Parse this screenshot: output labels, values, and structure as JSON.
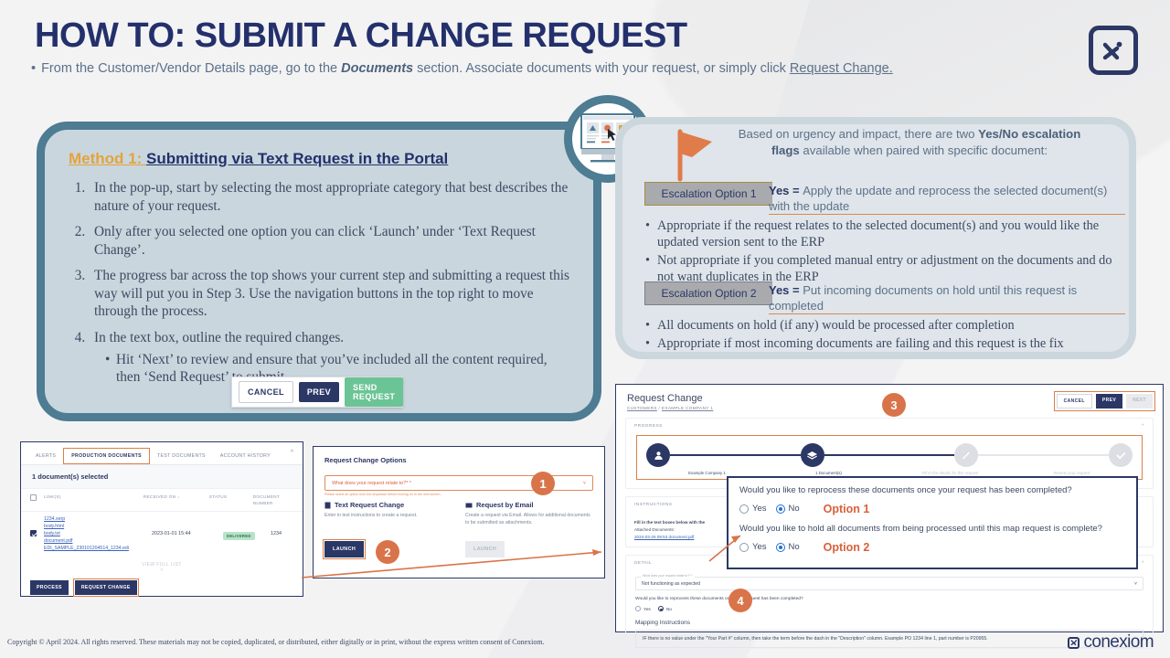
{
  "header": {
    "title": "HOW TO: SUBMIT A CHANGE REQUEST",
    "bullet_pre": "From the Customer/Vendor Details page, go to the ",
    "bullet_em": "Documents",
    "bullet_mid": " section. Associate documents with your request, or simply click ",
    "bullet_link": "Request Change.",
    "logo_icon": "conexiom-x-mark-icon"
  },
  "method": {
    "label": "Method 1: ",
    "title": "Submitting via Text Request in the Portal",
    "steps": [
      "In the pop-up, start by selecting the most appropriate category that best describes the nature of your request.",
      "Only after you selected one option you can click ‘Launch’ under ‘Text Request Change’.",
      "The progress bar across the top shows your current step and submitting a request this way will put you in Step 3. Use the navigation buttons in the top right to move through the process.",
      "In the text box, outline the required changes."
    ],
    "substep": "Hit ‘Next’ to review and ensure that you’ve included all the content required, then ‘Send Request’ to submit."
  },
  "button_bar": {
    "cancel": "CANCEL",
    "prev": "PREV",
    "send": "SEND REQUEST"
  },
  "escalation": {
    "intro_pre": "Based on urgency and impact, there are two ",
    "intro_bold": "Yes/No escalation flags",
    "intro_post": " available when paired with specific document:",
    "flag_icon": "orange-flag-icon",
    "option1": {
      "tag": "Escalation Option 1",
      "desc_bold": "Yes = ",
      "desc": "Apply the update and reprocess the selected document(s) with the update",
      "bullets": [
        "Appropriate if the request relates to the selected document(s) and you would like the updated version sent to the ERP",
        "Not appropriate if you completed manual entry or adjustment on the documents and do not want duplicates in the ERP"
      ]
    },
    "option2": {
      "tag": "Escalation Option 2",
      "desc_bold": "Yes = ",
      "desc": "Put incoming documents on hold until this request is completed",
      "bullets": [
        "All documents on hold (if any) would be processed after completion",
        "Appropriate if most incoming documents are failing and this request is the fix"
      ]
    }
  },
  "shotA": {
    "tabs": [
      "ALERTS",
      "PRODUCTION DOCUMENTS",
      "TEST DOCUMENTS",
      "ACCOUNT HISTORY"
    ],
    "active_tab": "PRODUCTION DOCUMENTS",
    "collapse_icon": "chevron-up-icon",
    "selected_text": "1 document(s) selected",
    "columns": [
      "LINK(S)",
      "RECEIVED ON",
      "STATUS",
      "DOCUMENT NUMBER"
    ],
    "sort_icon": "arrow-down-icon",
    "row": {
      "links": [
        "1234.xerp",
        "body.html",
        "body.txt",
        "document.pdf",
        "EDI_SAMPLE_230101204514_1234.edi"
      ],
      "received_on": "2023-01-01 15:44",
      "status": "DELIVERED",
      "document_number": "1234"
    },
    "view_full_list": "VIEW FULL LIST",
    "process_btn": "PROCESS",
    "request_change_btn": "REQUEST CHANGE"
  },
  "shotB": {
    "title": "Request Change Options",
    "select_value": "What does your request relate to?* *",
    "select_caret": "chevron-down-icon",
    "helper": "Please select an option from the dropdown before moving on to the next screen.",
    "left": {
      "icon": "document-icon",
      "heading": "Text Request Change",
      "desc": "Enter in text instructions to create a request.",
      "launch": "LAUNCH"
    },
    "right": {
      "icon": "envelope-icon",
      "heading": "Request by Email",
      "desc": "Create a request via Email. Allows for additional documents to be submitted as attachments.",
      "launch": "LAUNCH"
    }
  },
  "shotC": {
    "title": "Request Change",
    "breadcrumb_root": "CUSTOMERS",
    "breadcrumb_sep": " / ",
    "breadcrumb_leaf": "EXAMPLE COMPANY 1",
    "nav": {
      "cancel": "CANCEL",
      "prev": "PREV",
      "next": "NEXT"
    },
    "progress_header": "PROGRESS",
    "collapse_icon": "chevron-up-icon",
    "progress_steps": [
      {
        "label": "Example Company 1",
        "icon": "user-icon",
        "state": "done"
      },
      {
        "label": "1 Document(s)",
        "icon": "layers-icon",
        "state": "done"
      },
      {
        "label": "Fill in the details for this request",
        "icon": "pencil-icon",
        "state": "idle"
      },
      {
        "label": "Review your request",
        "icon": "check-icon",
        "state": "idle"
      }
    ],
    "instructions_header": "INSTRUCTIONS",
    "instructions_body": "Fill in the text boxes below with the",
    "attached_label": "Attached Documents:",
    "attached_file": "2024-03-26 09:53 document.pdf",
    "detail_header": "DETAIL",
    "detail_field_label": "What does your request relate to?* *",
    "detail_field_value": "Not functioning as expected",
    "detail_field_caret": "chevron-down-icon",
    "detail_question": "Would you like to reprocess these documents once your request has been completed?",
    "detail_yes": "Yes",
    "detail_no": "No",
    "mapping_header": "Mapping Instructions",
    "mapping_text": "IF there is no value under the \"Your Part #\" column, then take the term before the dash in the \"Description\" column. Example PO 1234 line 1, part number is P20955."
  },
  "callout": {
    "q1": "Would you like to reprocess these documents once your request has been completed?",
    "q2": "Would you like to hold all documents from being processed until this map request is complete?",
    "yes": "Yes",
    "no": "No",
    "opt1": "Option 1",
    "opt2": "Option 2"
  },
  "badges": {
    "b1": "1",
    "b2": "2",
    "b3": "3",
    "b4": "4"
  },
  "footer": {
    "copyright": "Copyright © April 2024. All rights reserved. These materials may not be copied, duplicated, or distributed, either digitally or in print, without the express written consent of Conexiom.",
    "brand": "conexiom",
    "brand_icon": "conexiom-x-mark-icon"
  },
  "colors": {
    "navy": "#2b3765",
    "orange": "#d9744a",
    "teal": "#4d7c93",
    "gold": "#e5a33c",
    "green": "#6bc495",
    "slate": "#5c7189"
  }
}
